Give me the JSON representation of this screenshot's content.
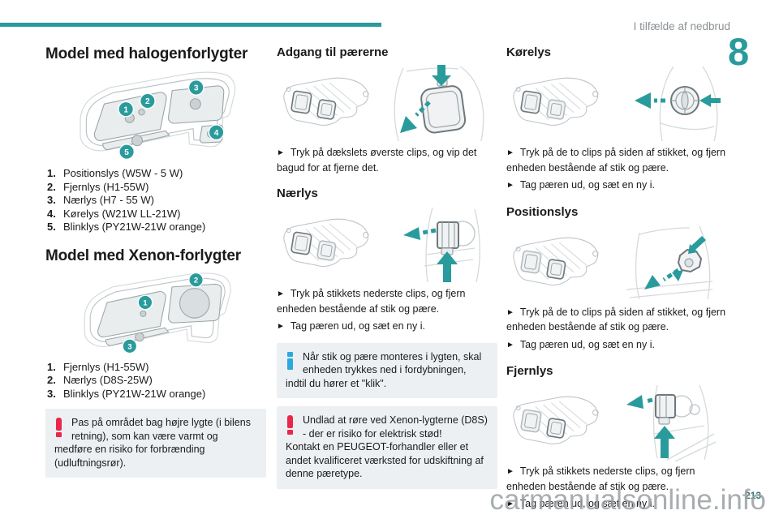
{
  "page": {
    "header": "I tilfælde af nedbrud",
    "chapter_number": "8",
    "page_number": "213",
    "watermark": "carmanualsonline.info"
  },
  "ui": {
    "bullet": "►"
  },
  "colors": {
    "teal_accent": "#2a9b9c",
    "box_background": "#edf0f2",
    "warning_red": "#e8274b",
    "info_blue": "#2aa9dc",
    "header_gray": "#8b9194"
  },
  "col1": {
    "halogen": {
      "title": "Model med halogenforlygter",
      "callouts": [
        "1",
        "2",
        "3",
        "4",
        "5"
      ],
      "items": [
        {
          "num": "1.",
          "text": "Positionslys (W5W - 5 W)"
        },
        {
          "num": "2.",
          "text": "Fjernlys (H1-55W)"
        },
        {
          "num": "3.",
          "text": "Nærlys (H7 - 55 W)"
        },
        {
          "num": "4.",
          "text": "Kørelys (W21W LL-21W)"
        },
        {
          "num": "5.",
          "text": "Blinklys (PY21W-21W orange)"
        }
      ]
    },
    "xenon": {
      "title": "Model med Xenon-forlygter",
      "callouts": [
        "1",
        "2",
        "3"
      ],
      "items": [
        {
          "num": "1.",
          "text": "Fjernlys (H1-55W)"
        },
        {
          "num": "2.",
          "text": "Nærlys (D8S-25W)"
        },
        {
          "num": "3.",
          "text": "Blinklys (PY21W-21W orange)"
        }
      ]
    },
    "warning": "Pas på området bag højre lygte (i bilens retning), som kan være varmt og medføre en risiko for forbrænding (udluftningsrør)."
  },
  "col2": {
    "access": {
      "title": "Adgang til pærerne",
      "steps": [
        "Tryk på dækslets øverste clips, og vip det bagud for at fjerne det."
      ]
    },
    "naerlys": {
      "title": "Nærlys",
      "steps": [
        "Tryk på stikkets nederste clips, og fjern enheden bestående af stik og pære.",
        "Tag pæren ud, og sæt en ny i."
      ]
    },
    "info": "Når stik og pære monteres i lygten, skal enheden trykkes ned i fordybningen, indtil du hører et \"klik\".",
    "warning_lines": [
      "Undlad at røre ved Xenon-lygterne (D8S) - der er risiko for elektrisk stød!",
      "Kontakt en PEUGEOT-forhandler eller et andet kvalificeret værksted for udskiftning af denne pæretype."
    ]
  },
  "col3": {
    "korelys": {
      "title": "Kørelys",
      "steps": [
        "Tryk på de to clips på siden af stikket, og fjern enheden bestående af stik og pære.",
        "Tag pæren ud, og sæt en ny i."
      ]
    },
    "positionslys": {
      "title": "Positionslys",
      "steps": [
        "Tryk på de to clips på siden af stikket, og fjern enheden bestående af stik og pære.",
        "Tag pæren ud, og sæt en ny i."
      ]
    },
    "fjernlys": {
      "title": "Fjernlys",
      "steps": [
        "Tryk på stikkets nederste clips, og fjern enheden bestående af stik og pære.",
        "Tag pæren ud, og sæt en ny i."
      ]
    }
  }
}
